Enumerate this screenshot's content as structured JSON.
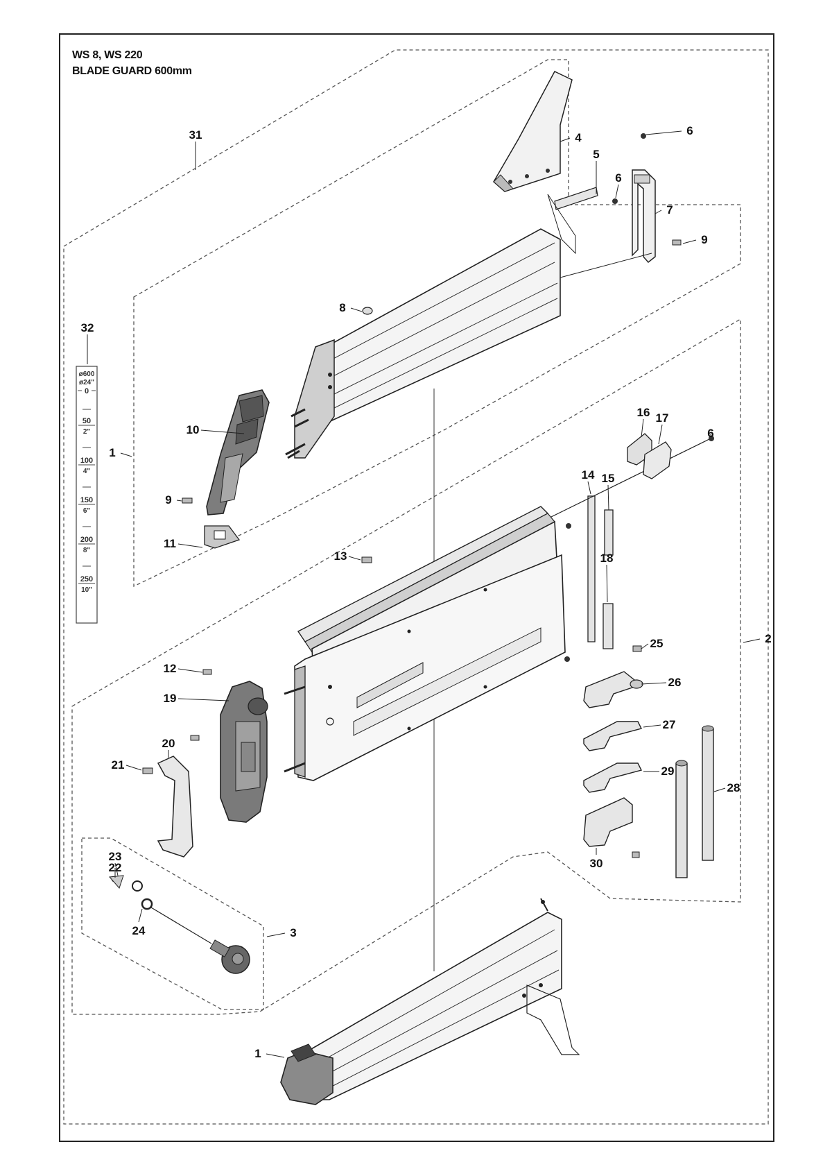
{
  "header": {
    "model": "WS 8, WS 220",
    "title": "BLADE GUARD 600mm"
  },
  "callouts": [
    "1",
    "1",
    "2",
    "3",
    "4",
    "5",
    "6",
    "6",
    "6",
    "7",
    "8",
    "9",
    "9",
    "10",
    "11",
    "12",
    "13",
    "14",
    "15",
    "16",
    "17",
    "18",
    "19",
    "20",
    "21",
    "22",
    "23",
    "24",
    "25",
    "26",
    "27",
    "28",
    "29",
    "30",
    "31",
    "32"
  ],
  "scale": {
    "top_label_1": "ø600",
    "top_label_2": "ø24\"",
    "zero": "0",
    "marks": [
      {
        "mm": "50",
        "inch": "2\""
      },
      {
        "mm": "100",
        "inch": "4\""
      },
      {
        "mm": "150",
        "inch": "6\""
      },
      {
        "mm": "200",
        "inch": "8\""
      },
      {
        "mm": "250",
        "inch": "10\""
      }
    ]
  },
  "colors": {
    "line": "#222222",
    "fill_light": "#ececec",
    "fill_mid": "#bdbdbd",
    "fill_dark": "#6e6e6e"
  }
}
